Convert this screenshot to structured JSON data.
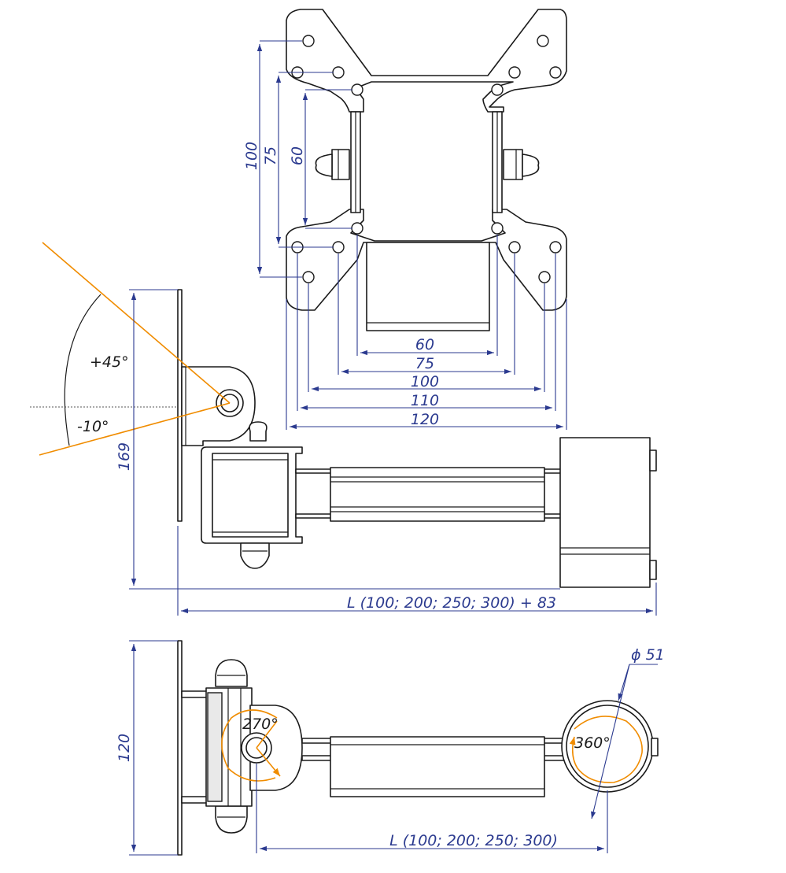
{
  "front_view": {
    "vertical_dims": [
      "100",
      "75",
      "60"
    ],
    "horizontal_dims": [
      "60",
      "75",
      "100",
      "110",
      "120"
    ]
  },
  "side_view": {
    "height": "169",
    "tilt_up": "+45°",
    "tilt_down": "-10°",
    "length": "L (100; 200; 250; 300) + 83"
  },
  "top_view": {
    "height": "120",
    "swivel": "270°",
    "rotation": "360°",
    "diameter": "ϕ 51",
    "length": "L (100; 200; 250; 300)"
  },
  "colors": {
    "dimension": "#2b3a8f",
    "angle": "#f08c00",
    "line": "#1a1a1a"
  }
}
